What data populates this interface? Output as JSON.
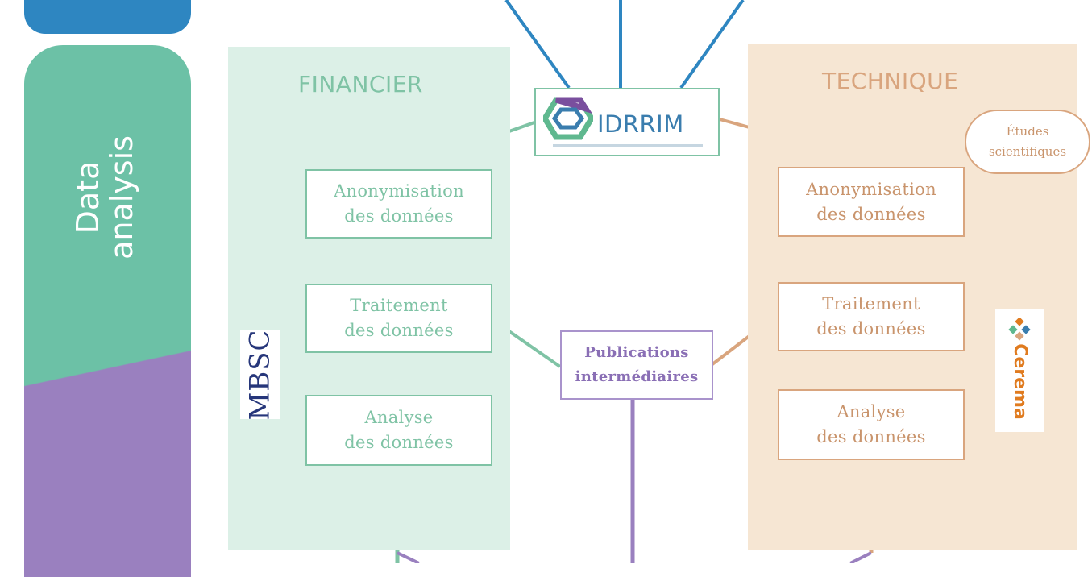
{
  "sidebar": {
    "label": "Data\nanalysis"
  },
  "panels": {
    "financier_title": "FINANCIER",
    "technique_title": "TECHNIQUE"
  },
  "logos": {
    "idrrim": "IDRRIM",
    "mbsc": "MBSC",
    "cerema": "Cerema"
  },
  "center": {
    "publications": "Publications\nintermédiaires"
  },
  "financier_steps": [
    "Anonymisation\ndes données",
    "Traitement\ndes données",
    "Analyse\ndes données"
  ],
  "technique_steps": [
    "Anonymisation\ndes données",
    "Traitement\ndes données",
    "Analyse\ndes données"
  ],
  "cloud": {
    "label": "Études\nscientifiques"
  },
  "colors": {
    "financier": "#7fc3a5",
    "technique": "#d9a57e",
    "publication": "#a993cc",
    "top_links": "#2e86c1",
    "sidebar_top": "#6cc1a6",
    "sidebar_bottom": "#9a80bf"
  },
  "icons": [
    "idrrim-logo-icon",
    "cerema-logo-icon"
  ]
}
